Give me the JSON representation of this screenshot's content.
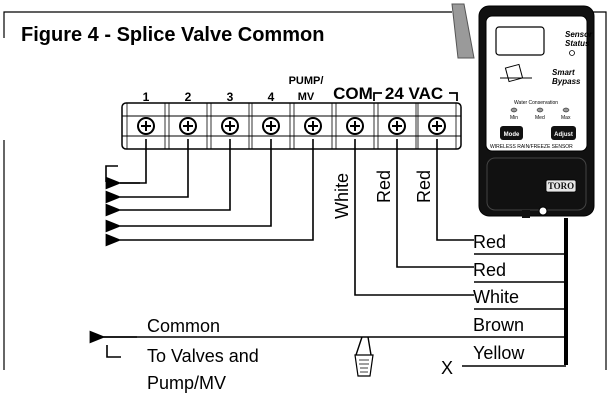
{
  "title": "Figure 4 - Splice Valve Common",
  "terminals": [
    "1",
    "2",
    "3",
    "4"
  ],
  "terminal_pump_line1": "PUMP/",
  "terminal_pump_line2": "MV",
  "terminal_com": "COM",
  "terminal_24vac": "24 VAC",
  "vertical_wires": [
    "White",
    "Red",
    "Red"
  ],
  "right_wires": [
    "Red",
    "Red",
    "White",
    "Brown",
    "Yellow"
  ],
  "common_label": "Common",
  "to_valves_line1": "To Valves and",
  "to_valves_line2": "Pump/MV",
  "x_marker": "X",
  "sensor": {
    "status_line1": "Sensor",
    "status_line2": "Status",
    "smart": "Smart",
    "bypass": "Bypass",
    "water_conservation": "Water Conservation",
    "min": "Min",
    "med": "Med",
    "max": "Max",
    "mode": "Mode",
    "adjust": "Adjust",
    "footer": "WIRELESS RAIN/FREEZE SENSOR",
    "logo": "TORO"
  }
}
